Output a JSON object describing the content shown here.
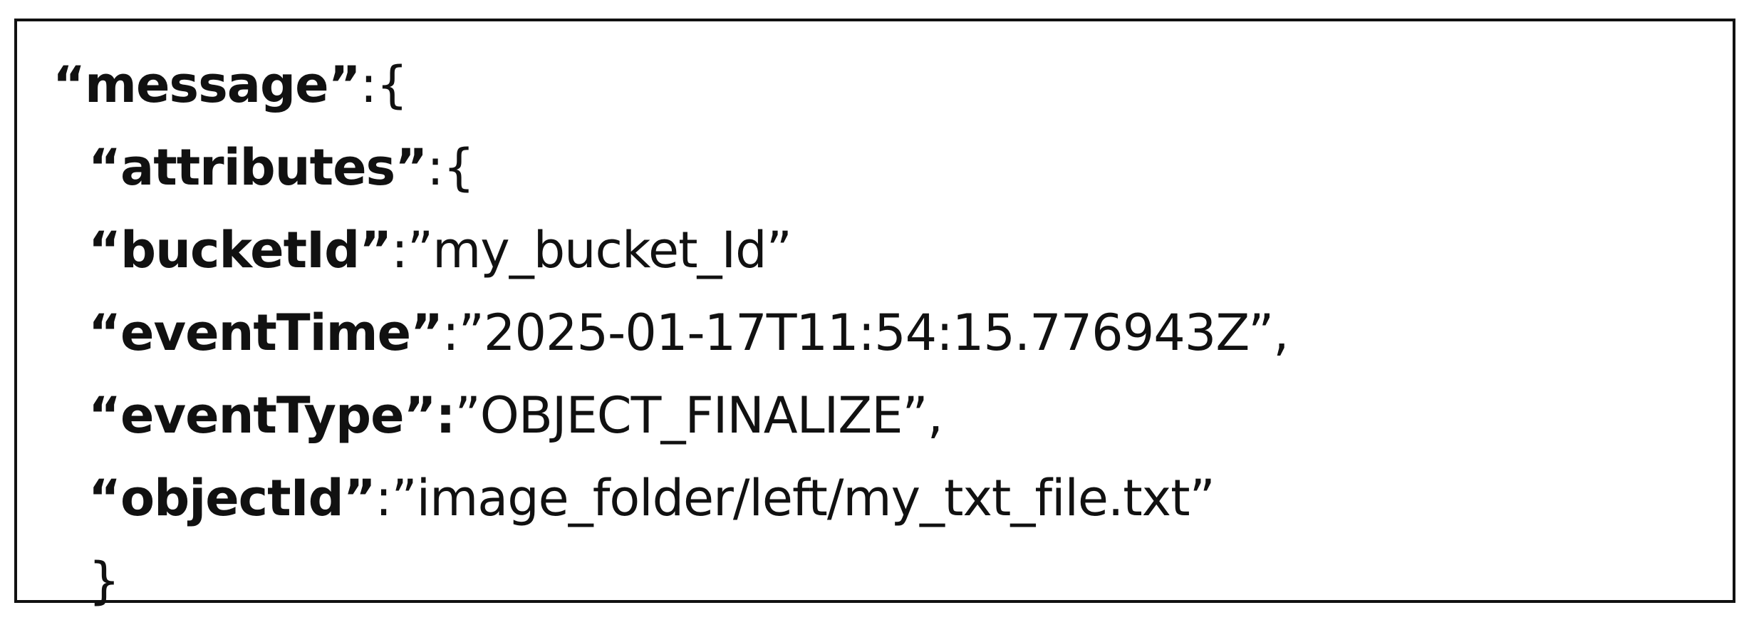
{
  "lines": [
    {
      "key": "“message”",
      "sep": ":",
      "value": "{"
    },
    {
      "key": "“attributes”",
      "sep": ":",
      "value": "{"
    },
    {
      "key": "“bucketId”",
      "sep": ":",
      "value": "”my_bucket_Id”"
    },
    {
      "key": "“eventTime”",
      "sep": ":",
      "value": "”2025-01-17T11:54:15.776943Z”,"
    },
    {
      "key": "“eventType”",
      "sep": ":",
      "value": "”OBJECT_FINALIZE”,"
    },
    {
      "key": "“objectId”",
      "sep": ":",
      "value": "”image_folder/left/my_txt_file.txt”"
    },
    {
      "close": "}"
    }
  ]
}
